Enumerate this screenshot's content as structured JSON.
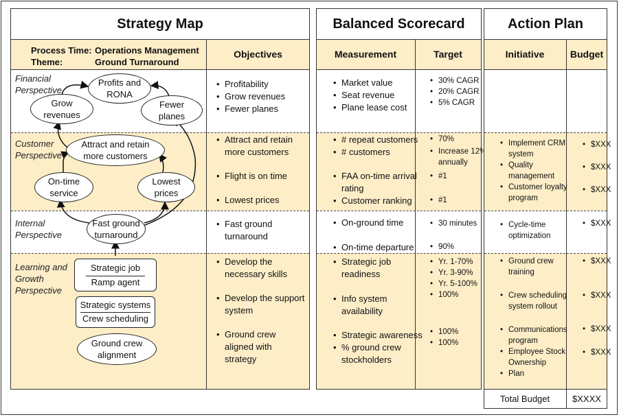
{
  "panels": {
    "strategy_map": "Strategy Map",
    "balanced_scorecard": "Balanced Scorecard",
    "action_plan": "Action Plan"
  },
  "header": {
    "process_time_label": "Process Time:",
    "process_time_value": "Operations Management",
    "theme_label": "Theme:",
    "theme_value": "Ground Turnaround",
    "objectives": "Objectives",
    "measurement": "Measurement",
    "target": "Target",
    "initiative": "Initiative",
    "budget": "Budget"
  },
  "perspectives": {
    "financial": "Financial Perspective",
    "customer": "Customer Perspective",
    "internal": "Internal Perspective",
    "learning": "Learning and Growth Perspective"
  },
  "map_nodes": {
    "profits": "Profits and RONA",
    "grow_revenues": "Grow revenues",
    "fewer_planes": "Fewer planes",
    "attract": "Attract and retain more customers",
    "on_time": "On-time service",
    "lowest_prices": "Lowest prices",
    "fast_ground": "Fast ground turnaround",
    "strategic_job_top": "Strategic job",
    "strategic_job_bottom": "Ramp agent",
    "strategic_systems_top": "Strategic systems",
    "strategic_systems_bottom": "Crew scheduling",
    "ground_crew": "Ground crew alignment"
  },
  "objectives": {
    "financial": [
      "Profitability",
      "Grow revenues",
      "Fewer planes"
    ],
    "customer": [
      "Attract and retain more customers",
      "Flight is on time",
      "Lowest prices"
    ],
    "internal": [
      "Fast ground turnaround"
    ],
    "learning": [
      "Develop the necessary skills",
      "Develop the support system",
      "Ground crew aligned with strategy"
    ]
  },
  "measurements": {
    "financial": [
      "Market value",
      "Seat revenue",
      "Plane lease cost"
    ],
    "customer": [
      "# repeat customers",
      "# customers",
      "FAA on-time arrival rating",
      "Customer ranking"
    ],
    "internal": [
      "On-ground time",
      "On-time departure"
    ],
    "learning": [
      "Strategic job readiness",
      "Info system availability",
      "Strategic awareness",
      "% ground crew stockholders"
    ]
  },
  "targets": {
    "financial": [
      "30% CAGR",
      "20% CAGR",
      "5% CAGR"
    ],
    "customer": [
      "70%",
      "Increase 12% annually",
      "#1",
      "#1"
    ],
    "internal": [
      "30 minutes",
      "90%"
    ],
    "learning": [
      "Yr. 1-70%",
      "Yr. 3-90%",
      "Yr. 5-100%",
      "100%",
      "100%",
      "100%"
    ]
  },
  "initiatives": {
    "customer": [
      "Implement CRM system",
      "Quality management",
      "Customer loyalty program"
    ],
    "internal": [
      "Cycle-time optimization"
    ],
    "learning": [
      "Ground crew training",
      "Crew scheduling system rollout",
      "Communications program",
      "Employee Stock Ownership",
      "Plan"
    ]
  },
  "budgets": {
    "customer": [
      "$XXX",
      "$XXX",
      "$XXX"
    ],
    "internal": [
      "$XXX"
    ],
    "learning": [
      "$XXX",
      "$XXX",
      "$XXX",
      "$XXX"
    ]
  },
  "total": {
    "label": "Total Budget",
    "value": "$XXXX"
  },
  "colors": {
    "band": "#fdeec8",
    "border": "#333333"
  }
}
